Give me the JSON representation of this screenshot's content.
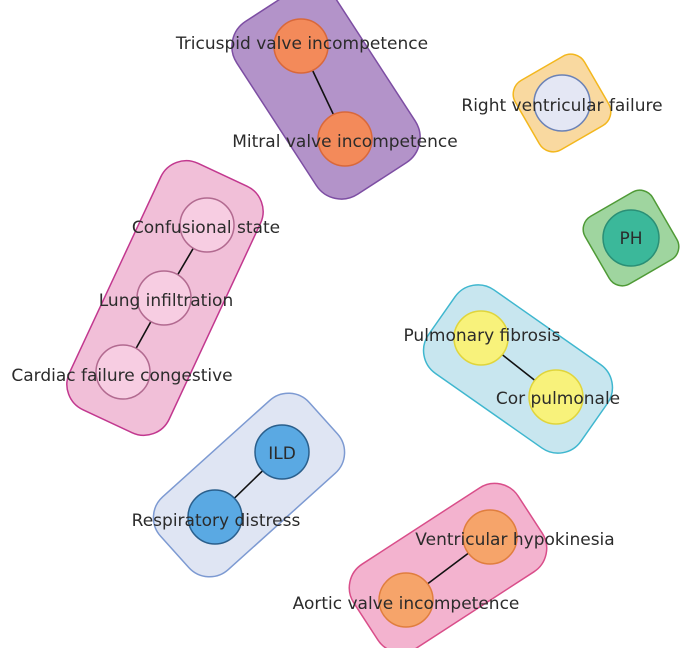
{
  "clusters": [
    {
      "id": "valves",
      "fill": "#b393c9",
      "stroke": "#7d4ea3",
      "nodes": [
        {
          "label": "Tricuspid valve incompetence",
          "fill": "#f38a5a",
          "stroke": "#d9683a"
        },
        {
          "label": "Mitral valve incompetence",
          "fill": "#f38a5a",
          "stroke": "#d9683a"
        }
      ],
      "edges": [
        [
          0,
          1
        ]
      ]
    },
    {
      "id": "right-ventricular",
      "fill": "#f9d9a0",
      "stroke": "#f3b71d",
      "nodes": [
        {
          "label": "Right ventricular failure",
          "fill": "#e4e7f4",
          "stroke": "#6b82b6"
        }
      ],
      "edges": []
    },
    {
      "id": "ph",
      "fill": "#9fd59f",
      "stroke": "#4f9a36",
      "nodes": [
        {
          "label": "PH",
          "fill": "#3bb89a",
          "stroke": "#2a8f76"
        }
      ],
      "edges": []
    },
    {
      "id": "respiratory-cardiac",
      "fill": "#f1bfd8",
      "stroke": "#c2388f",
      "nodes": [
        {
          "label": "Confusional state",
          "fill": "#f7cde2",
          "stroke": "#b26a90"
        },
        {
          "label": "Lung infiltration",
          "fill": "#f7cde2",
          "stroke": "#b26a90"
        },
        {
          "label": "Cardiac failure congestive",
          "fill": "#f7cde2",
          "stroke": "#b26a90"
        }
      ],
      "edges": [
        [
          0,
          1
        ],
        [
          1,
          2
        ]
      ]
    },
    {
      "id": "pulmonary",
      "fill": "#c8e6ef",
      "stroke": "#3fb7cf",
      "nodes": [
        {
          "label": "Pulmonary fibrosis",
          "fill": "#f8f27b",
          "stroke": "#e0d53b"
        },
        {
          "label": "Cor pulmonale",
          "fill": "#f8f27b",
          "stroke": "#e0d53b"
        }
      ],
      "edges": [
        [
          0,
          1
        ]
      ]
    },
    {
      "id": "ild",
      "fill": "#dfe5f3",
      "stroke": "#7d9ad2",
      "nodes": [
        {
          "label": "ILD",
          "fill": "#5aa9e3",
          "stroke": "#2a5f8c"
        },
        {
          "label": "Respiratory distress",
          "fill": "#5aa9e3",
          "stroke": "#2a5f8c"
        }
      ],
      "edges": [
        [
          0,
          1
        ]
      ]
    },
    {
      "id": "ventricular",
      "fill": "#f3b3cf",
      "stroke": "#d94e8a",
      "nodes": [
        {
          "label": "Ventricular hypokinesia",
          "fill": "#f6a46a",
          "stroke": "#e07e3e"
        },
        {
          "label": "Aortic valve incompetence",
          "fill": "#f6a46a",
          "stroke": "#e07e3e"
        }
      ],
      "edges": [
        [
          0,
          1
        ]
      ]
    }
  ]
}
